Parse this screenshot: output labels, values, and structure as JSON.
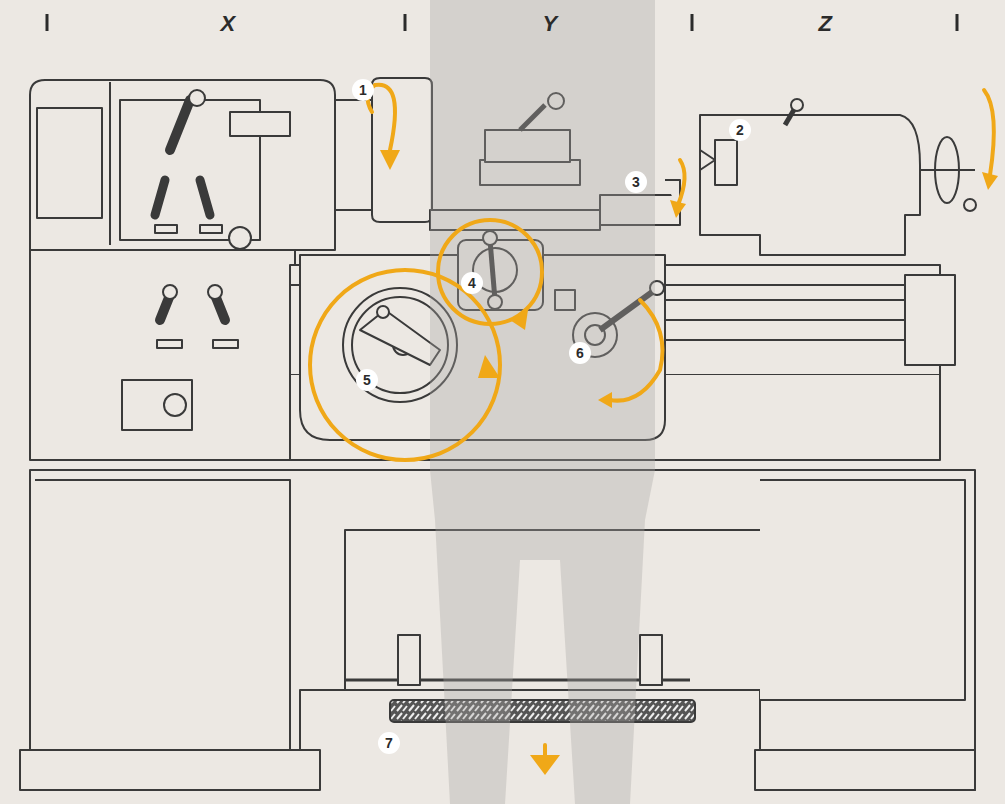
{
  "diagram": {
    "nodes": [
      {
        "text": [
          "1"
        ]
      },
      {
        "text": [
          "2"
        ]
      },
      {
        "text": [
          "3"
        ]
      },
      {
        "text": [
          "4"
        ]
      },
      {
        "text": [
          "5"
        ]
      },
      {
        "text": [
          "6"
        ]
      },
      {
        "text": [
          "7"
        ]
      }
    ],
    "labels": [
      "X",
      "Y",
      "Z"
    ]
  }
}
